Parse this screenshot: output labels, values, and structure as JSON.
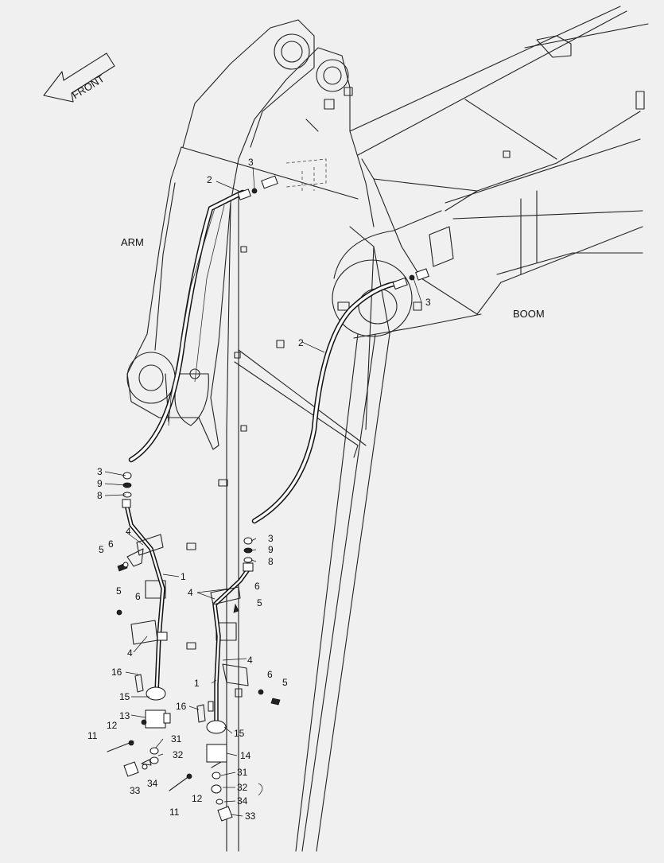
{
  "labels": {
    "front": "FRONT",
    "arm": "ARM",
    "boom": "BOOM"
  },
  "callouts": {
    "c1a": "1",
    "c1b": "1",
    "c2a": "2",
    "c2b": "2",
    "c3a": "3",
    "c3b": "3",
    "c3c": "3",
    "c3d": "3",
    "c4a": "4",
    "c4b": "4",
    "c4c": "4",
    "c4d": "4",
    "c5a": "5",
    "c5b": "5",
    "c5c": "5",
    "c5d": "5",
    "c6a": "6",
    "c6b": "6",
    "c6c": "6",
    "c6d": "6",
    "c8a": "8",
    "c8b": "8",
    "c9a": "9",
    "c9b": "9",
    "c11a": "11",
    "c11b": "11",
    "c12a": "12",
    "c12b": "12",
    "c13": "13",
    "c14": "14",
    "c15a": "15",
    "c15b": "15",
    "c16a": "16",
    "c16b": "16",
    "c31a": "31",
    "c31b": "31",
    "c32a": "32",
    "c32b": "32",
    "c33a": "33",
    "c33b": "33",
    "c34a": "34",
    "c34b": "34"
  }
}
